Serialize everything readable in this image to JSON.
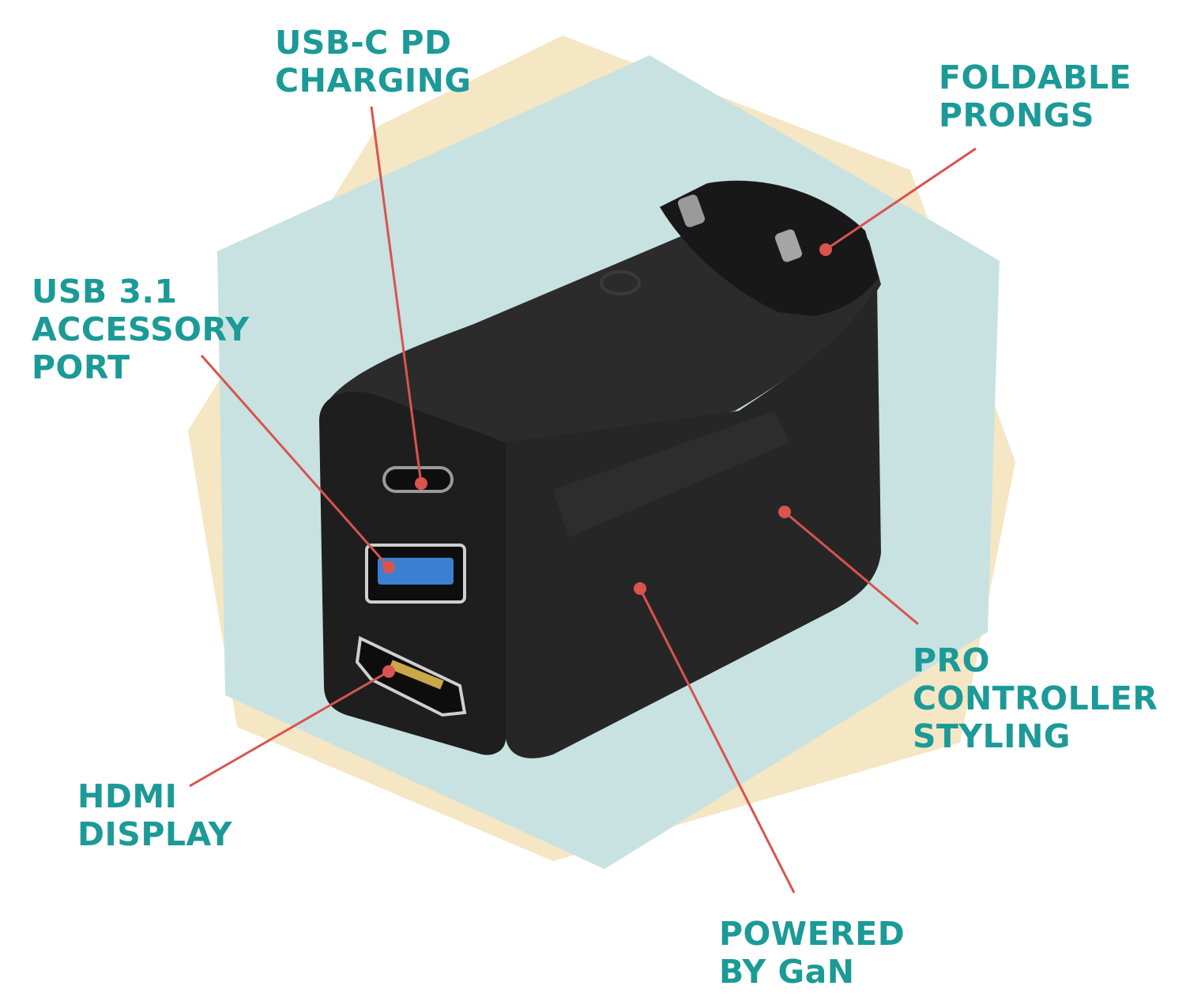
{
  "colors": {
    "label_text": "#1b9a97",
    "callout_line": "#d9534f",
    "hexagon_back": "#f5e6c4",
    "hexagon_front": "#c8e2e1",
    "device_body": "#1f1f1f",
    "port_blue": "#3b7fd1"
  },
  "callouts": [
    {
      "id": "usbc",
      "lines": [
        "USB-C PD",
        "CHARGING"
      ]
    },
    {
      "id": "prongs",
      "lines": [
        "FOLDABLE",
        "PRONGS"
      ]
    },
    {
      "id": "usb31",
      "lines": [
        "USB 3.1",
        "ACCESSORY",
        "PORT"
      ]
    },
    {
      "id": "pro",
      "lines": [
        "PRO",
        "CONTROLLER",
        "STYLING"
      ]
    },
    {
      "id": "hdmi",
      "lines": [
        "HDMI",
        "DISPLAY"
      ]
    },
    {
      "id": "gan",
      "lines": [
        "POWERED",
        "BY GaN"
      ]
    }
  ],
  "icons": [
    "usb-c-port-icon",
    "usb-a-port-icon",
    "hdmi-port-icon",
    "power-button-icon",
    "prong-icon"
  ]
}
